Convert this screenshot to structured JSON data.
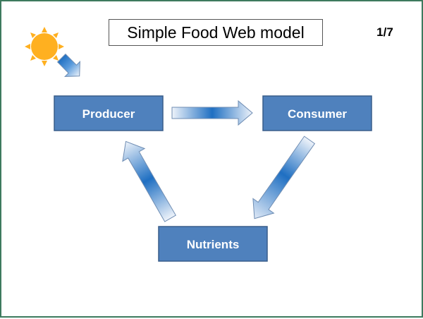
{
  "slide": {
    "title": "Simple Food Web model",
    "page_indicator": "1/7"
  },
  "nodes": {
    "producer": "Producer",
    "consumer": "Consumer",
    "nutrients": "Nutrients"
  },
  "icons": {
    "sun": "sun-icon"
  },
  "colors": {
    "node_fill": "#4f81bd",
    "node_border": "#385d8a",
    "arrow_dark": "#1f6fc2",
    "arrow_light": "#eef3fa",
    "sun": "#ffb020",
    "slide_border": "#3d7a5e"
  }
}
